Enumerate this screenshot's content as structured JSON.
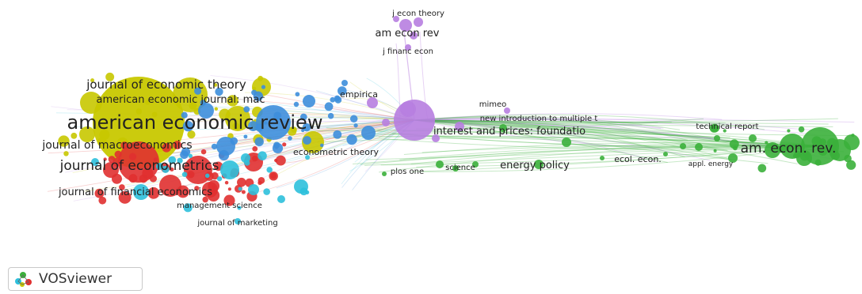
{
  "app": {
    "name": "VOSviewer"
  },
  "clusters": {
    "yellow": "#c8c800",
    "purple": "#b77ee0",
    "blue": "#3d8edb",
    "red": "#e03030",
    "cyan": "#2ec0dc",
    "green": "#3bb03b"
  },
  "labels": [
    {
      "text": "j econ theory",
      "cluster": "purple"
    },
    {
      "text": "am econ rev",
      "cluster": "purple"
    },
    {
      "text": "j financ econ",
      "cluster": "purple"
    },
    {
      "text": "journal of economic theory",
      "cluster": "yellow"
    },
    {
      "text": "american economic journal: mac",
      "cluster": "yellow"
    },
    {
      "text": "empirica",
      "cluster": "blue"
    },
    {
      "text": "american economic review",
      "cluster": "yellow"
    },
    {
      "text": "journal of macroeconomics",
      "cluster": "blue"
    },
    {
      "text": "econometric theory",
      "cluster": "yellow"
    },
    {
      "text": "journal of econometrics",
      "cluster": "red"
    },
    {
      "text": "journal of financial economics",
      "cluster": "red"
    },
    {
      "text": "management science",
      "cluster": "cyan"
    },
    {
      "text": "journal of marketing",
      "cluster": "cyan"
    },
    {
      "text": "mimeo",
      "cluster": "purple"
    },
    {
      "text": "new introduction to multiple t",
      "cluster": "purple"
    },
    {
      "text": "interest and prices: foundatio",
      "cluster": "purple"
    },
    {
      "text": "plos one",
      "cluster": "green"
    },
    {
      "text": "science",
      "cluster": "green"
    },
    {
      "text": "energy policy",
      "cluster": "green"
    },
    {
      "text": "ecol. econ.",
      "cluster": "green"
    },
    {
      "text": "appl. energy",
      "cluster": "green"
    },
    {
      "text": "technical report",
      "cluster": "green"
    },
    {
      "text": "am. econ. rev.",
      "cluster": "green"
    }
  ]
}
